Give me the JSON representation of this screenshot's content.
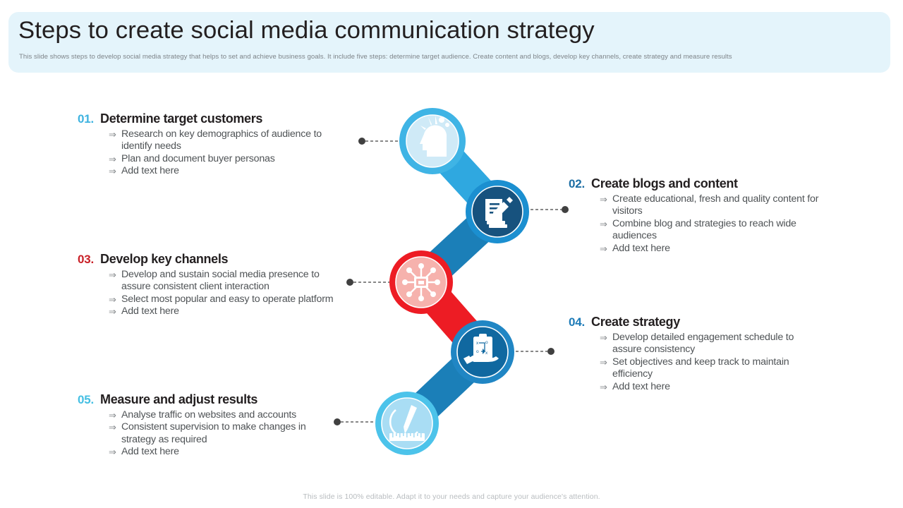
{
  "header": {
    "title": "Steps to create social media communication strategy",
    "subtitle": "This slide shows steps to develop social media strategy that helps to set and achieve business goals. It include five steps: determine target audience. Create content and blogs, develop key channels, create strategy and measure results",
    "background_color": "#e4f4fb"
  },
  "footer": {
    "text": "This slide is 100% editable. Adapt it to your needs and capture your audience's attention."
  },
  "steps": [
    {
      "number": "01.",
      "number_color": "#3eb3e0",
      "title": "Determine target customers",
      "icon": "head-with-ideas-icon",
      "ring_color": "#3fb4e5",
      "disc_color": "#cfeaf7",
      "side": "left",
      "bullets": [
        "Research on key demographics of audience to identify needs",
        "Plan and document buyer personas",
        "Add text here"
      ]
    },
    {
      "number": "02.",
      "number_color": "#1c6ea4",
      "title": "Create blogs and content",
      "icon": "document-edit-icon",
      "ring_color": "#1b8fd0",
      "disc_color": "#17527e",
      "side": "right",
      "bullets": [
        "Create educational, fresh and quality content for visitors",
        "Combine blog and strategies to reach wide audiences",
        "Add text here"
      ]
    },
    {
      "number": "03.",
      "number_color": "#c92027",
      "title": "Develop key channels",
      "icon": "network-hub-icon",
      "ring_color": "#ed1c24",
      "disc_color": "#f6b2ad",
      "side": "left",
      "bullets": [
        "Develop and sustain social media presence to assure consistent client interaction",
        "Select most popular and easy to operate platform",
        "Add text here"
      ]
    },
    {
      "number": "04.",
      "number_color": "#1f7cb8",
      "title": "Create strategy",
      "icon": "clipboard-on-hand-icon",
      "ring_color": "#2086c4",
      "disc_color": "#1068a0",
      "side": "right",
      "bullets": [
        "Develop detailed engagement schedule to assure consistency",
        "Set objectives and keep track to maintain efficiency",
        "Add text here"
      ]
    },
    {
      "number": "05.",
      "number_color": "#45bfe3",
      "title": "Measure and adjust results",
      "icon": "pen-and-ruler-icon",
      "ring_color": "#4cc3ea",
      "disc_color": "#a9ddf4",
      "side": "left",
      "bullets": [
        "Analyse traffic on websites and accounts",
        "Consistent supervision to make changes in strategy as required",
        "Add text here"
      ]
    }
  ]
}
